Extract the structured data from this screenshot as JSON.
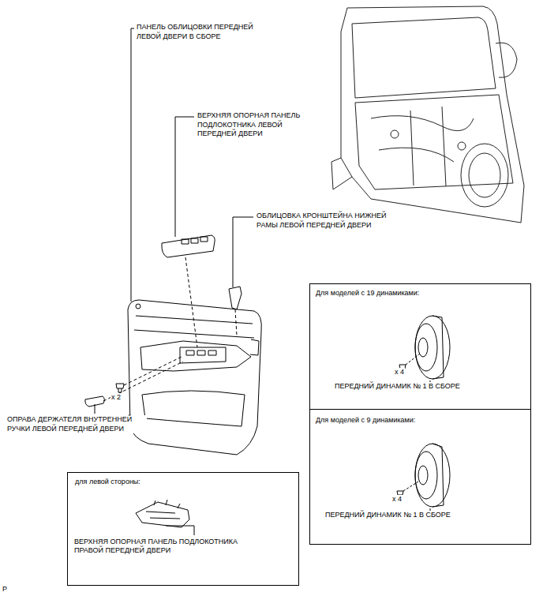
{
  "diagram": {
    "nodes": [
      {
        "text": [
          "Для моделей с 19 динамиками:",
          "x 4",
          "ПЕРЕДНИЙ ДИНАМИК № 1 В СБОРЕ"
        ]
      },
      {
        "text": [
          "Для моделей с 9 динамиками:",
          "x 4",
          "ПЕРЕДНИЙ ДИНАМИК № 1 В СБОРЕ"
        ]
      },
      {
        "text": [
          "для левой стороны:",
          "ВЕРХНЯЯ ОПОРНАЯ ПАНЕЛЬ ПОДЛОКОТНИКА ПРАВОЙ ПЕРЕДНЕЙ ДВЕРИ"
        ]
      }
    ],
    "labels": [
      "ПАНЕЛЬ ОБЛИЦОВКИ ПЕРЕДНЕЙ ЛЕВОЙ ДВЕРИ В СБОРЕ",
      "ВЕРХНЯЯ ОПОРНАЯ ПАНЕЛЬ ПОДЛОКОТНИКА ЛЕВОЙ ПЕРЕДНЕЙ ДВЕРИ",
      "ОБЛИЦОВКА КРОНШТЕЙНА НИЖНЕЙ РАМЫ ЛЕВОЙ ПЕРЕДНЕЙ ДВЕРИ",
      "x 2",
      "ОПРАВА ДЕРЖАТЕЛЯ ВНУТРЕННЕЙ РУЧКИ ЛЕВОЙ ПЕРЕДНЕЙ ДВЕРИ",
      "P"
    ]
  }
}
